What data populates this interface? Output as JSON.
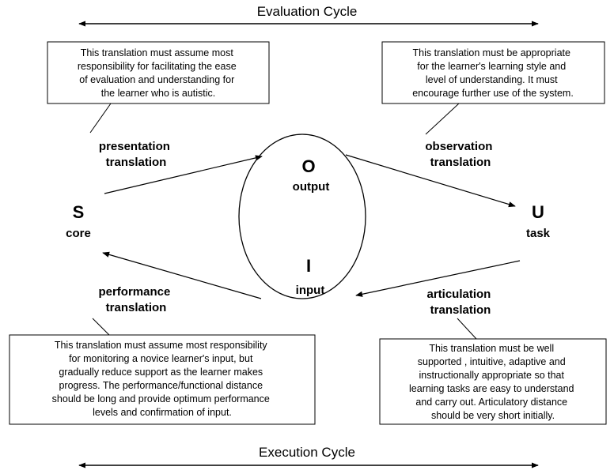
{
  "evaluation_cycle": {
    "title": "Evaluation Cycle"
  },
  "execution_cycle": {
    "title": "Execution Cycle"
  },
  "nodes": {
    "system": {
      "output_letter": "O",
      "output_label": "output",
      "input_letter": "I",
      "input_label": "input"
    },
    "core": {
      "letter": "S",
      "label": "core"
    },
    "task": {
      "letter": "U",
      "label": "task"
    }
  },
  "translations": {
    "presentation": {
      "line1": "presentation",
      "line2": "translation"
    },
    "observation": {
      "line1": "observation",
      "line2": "translation"
    },
    "performance": {
      "line1": "performance",
      "line2": "translation"
    },
    "articulation": {
      "line1": "articulation",
      "line2": "translation"
    }
  },
  "notes": {
    "presentation": {
      "lines": [
        "This translation must assume most",
        "responsibility for facilitating the ease",
        "of evaluation and understanding for",
        "the learner who is autistic."
      ]
    },
    "observation": {
      "lines": [
        "This translation must be appropriate",
        "for the learner's learning style and",
        "level of understanding.  It must",
        "encourage further use of the system."
      ]
    },
    "performance": {
      "lines": [
        "This translation must assume most responsibility",
        "for monitoring a novice learner's input, but",
        "gradually reduce support as the learner makes",
        "progress.  The performance/functional distance",
        "should be long and provide optimum performance",
        "levels and confirmation of input."
      ]
    },
    "articulation": {
      "lines": [
        "This translation must be well",
        "supported , intuitive, adaptive and",
        "instructionally appropriate so that",
        "learning tasks are easy to understand",
        "and carry out.  Articulatory distance",
        "should be very short initially."
      ]
    }
  }
}
